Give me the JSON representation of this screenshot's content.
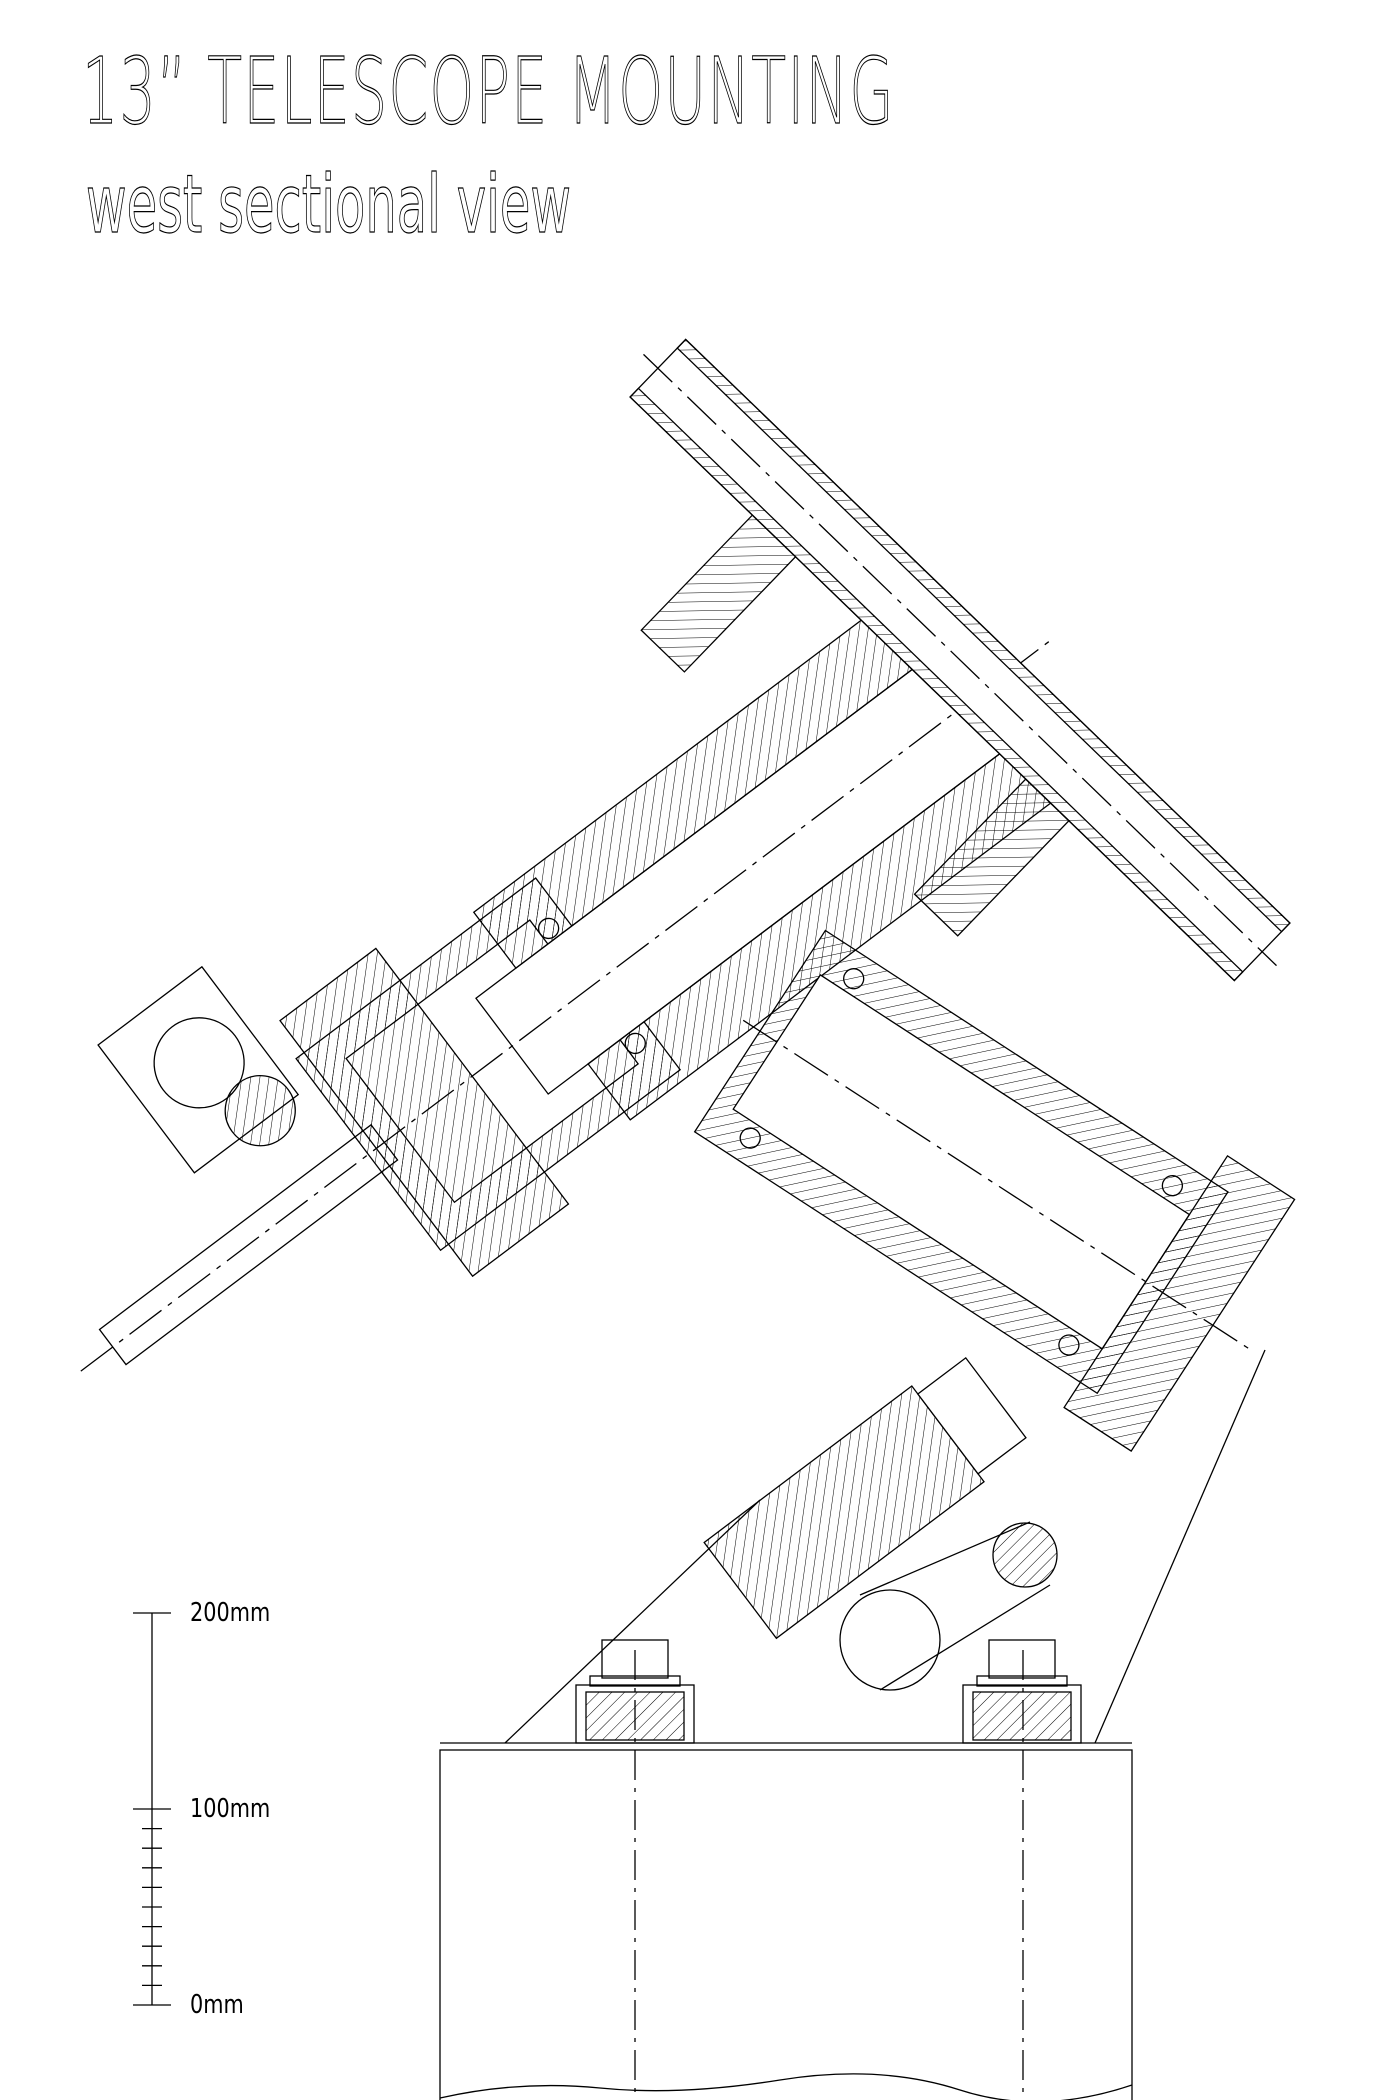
{
  "header": {
    "title": "13” TELESCOPE MOUNTING",
    "subtitle": "west sectional view"
  },
  "scale_bar": {
    "labels": [
      "200mm",
      "100mm",
      "0mm"
    ],
    "minor_divisions_per_100mm": 10
  }
}
